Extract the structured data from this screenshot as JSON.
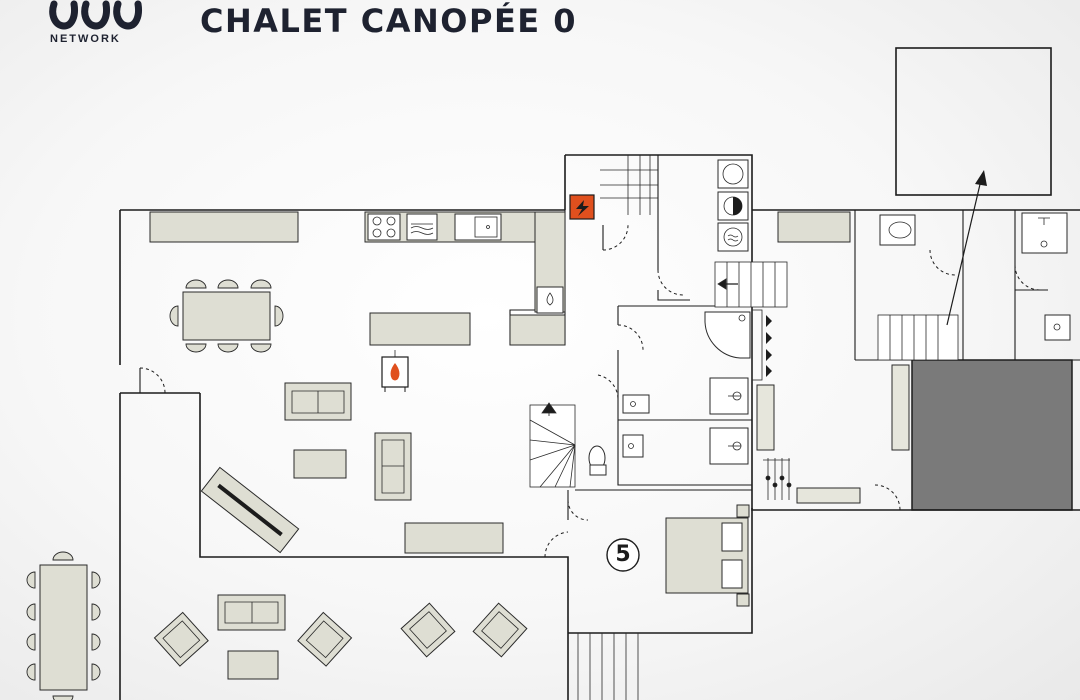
{
  "header": {
    "brand_text": "NETWORK",
    "title": "CHALET CANOPÉE 0"
  },
  "plan": {
    "room_number": "5"
  },
  "colors": {
    "ink": "#1e2230",
    "furniture": "#deded3",
    "dark_room": "#7a7a7a",
    "electrical_panel": "#e0501e"
  }
}
